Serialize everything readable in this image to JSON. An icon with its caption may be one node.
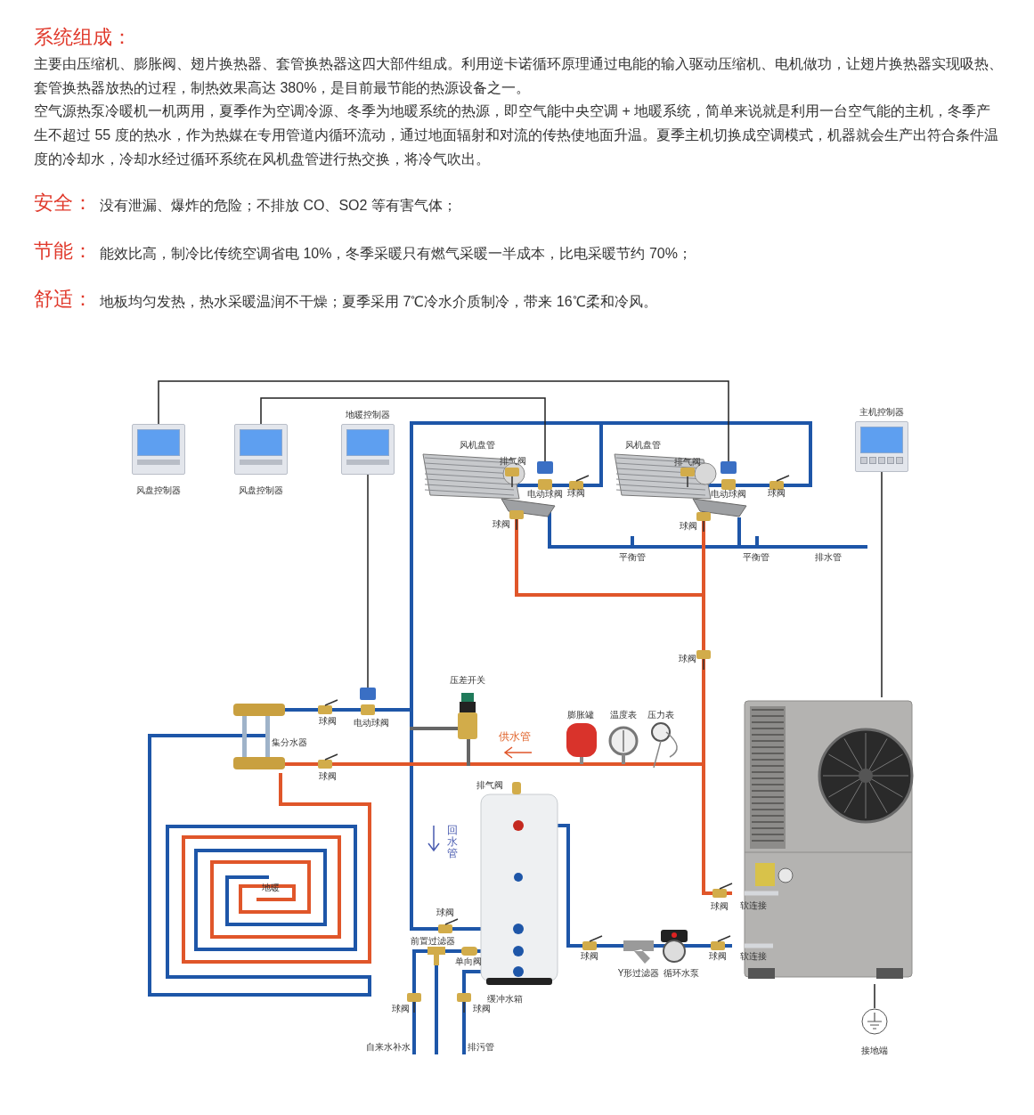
{
  "diagram": {
    "nodes": [
      {
        "text": [
          "风盘控制器"
        ]
      },
      {
        "text": [
          "风盘控制器"
        ]
      },
      {
        "text": [
          "地暖控制器"
        ]
      },
      {
        "text": [
          "主机控制器"
        ]
      },
      {
        "text": [],
        "shape": "box",
        "beside": [
          "电动球阀"
        ]
      },
      {
        "text": [],
        "shape": "box",
        "beside": [
          "电动球阀"
        ]
      },
      {
        "text": [],
        "shape": "box",
        "beside": [
          "电动球阀"
        ]
      },
      {
        "text": [],
        "shape": "picture"
      },
      {
        "text": [
          "接地端"
        ]
      }
    ],
    "edges": [
      {
        "from": 0,
        "to": 5,
        "arrow": "none"
      },
      {
        "from": 1,
        "to": 4,
        "arrow": "none"
      },
      {
        "from": 2,
        "to": 6,
        "arrow": "none"
      },
      {
        "from": 3,
        "to": 7,
        "arrow": "none"
      },
      {
        "from": 7,
        "to": 8,
        "arrow": "none"
      }
    ],
    "labels": [
      "系统组成：",
      "主要由压缩机、膨胀阀、翅片换热器、套管换热器这四大部件组成。利用逆卡诺循环原理通过电能的输入驱动压缩机、电机做功，让翅片换热器实现吸热、套管换热器放热的过程，制热效果高达 380%，是目前最节能的热源设备之一。",
      "空气源热泵冷暖机一机两用，夏季作为空调冷源、冬季为地暖系统的热源，即空气能中央空调 + 地暖系统，简单来说就是利用一台空气能的主机，冬季产生不超过 55 度的热水，作为热媒在专用管道内循环流动，通过地面辐射和对流的传热使地面升温。夏季主机切换成空调模式，机器就会生产出符合条件温度的冷却水，冷却水经过循环系统在风机盘管进行热交换，将冷气吹出。",
      "安全：",
      "没有泄漏、爆炸的危险；不排放 CO、SO2 等有害气体；",
      "节能：",
      "能效比高，制冷比传统空调省电 10%，冬季采暖只有燃气采暖一半成本，比电采暖节约 70%；",
      "舒适：",
      "地板均匀发热，热水采暖温润不干燥；夏季采用 7℃冷水介质制冷，带来 16℃柔和冷风。",
      "风机盘管",
      "排气阀",
      "球阀",
      "球阀",
      "风机盘管",
      "排气阀",
      "球阀",
      "球阀",
      "平衡管",
      "平衡管",
      "排水管",
      "球阀",
      "压差开关",
      "球阀",
      "集分水器",
      "供水管",
      "膨胀罐",
      "温度表",
      "压力表",
      "球阀",
      "排气阀",
      "回水管",
      "地暖",
      "球阀",
      "前置过滤器",
      "单向阀",
      "缓冲水箱",
      "球阀",
      "球阀",
      "自来水补水",
      "排污管",
      "球阀",
      "软连接",
      "球阀",
      "球阀",
      "软连接",
      "Y形过滤器",
      "循环水泵"
    ]
  }
}
